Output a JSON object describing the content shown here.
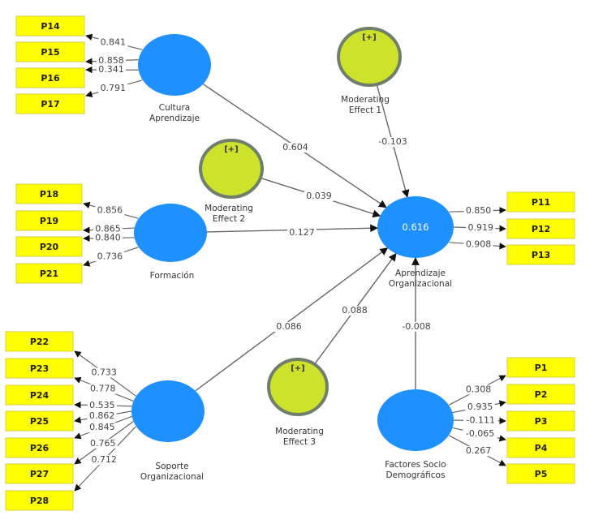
{
  "diagram": {
    "type": "PLS-SEM path model",
    "colors": {
      "construct_fill": "#1e90ff",
      "moderator_fill": "#cde22a",
      "moderator_stroke": "#6f7f6b",
      "indicator_fill": "#ffff00",
      "indicator_stroke": "#d6cf3a",
      "edge": "#666666",
      "arrow": "#111111"
    },
    "constructs": [
      {
        "id": "cultura",
        "label_lines": [
          "Cultura",
          "Aprendizaje"
        ],
        "kind": "latent",
        "r2": null
      },
      {
        "id": "formacion",
        "label_lines": [
          "Formación"
        ],
        "kind": "latent",
        "r2": null
      },
      {
        "id": "soporte",
        "label_lines": [
          "Soporte",
          "Organizacional"
        ],
        "kind": "latent",
        "r2": null
      },
      {
        "id": "aprendizaje",
        "label_lines": [
          "Aprendizaje",
          "Organizacional"
        ],
        "kind": "latent",
        "r2": "0.616"
      },
      {
        "id": "factores",
        "label_lines": [
          "Factores Socio",
          "Demográficos"
        ],
        "kind": "latent",
        "r2": null
      },
      {
        "id": "mod1",
        "label_lines": [
          "Moderating",
          "Effect 1"
        ],
        "kind": "moderator",
        "badge": "[+]"
      },
      {
        "id": "mod2",
        "label_lines": [
          "Moderating",
          "Effect 2"
        ],
        "kind": "moderator",
        "badge": "[+]"
      },
      {
        "id": "mod3",
        "label_lines": [
          "Moderating",
          "Effect 3"
        ],
        "kind": "moderator",
        "badge": "[+]"
      }
    ],
    "paths": [
      {
        "from": "cultura",
        "to": "aprendizaje",
        "coef": "0.604"
      },
      {
        "from": "mod1",
        "to": "aprendizaje",
        "coef": "-0.103"
      },
      {
        "from": "mod2",
        "to": "aprendizaje",
        "coef": "0.039"
      },
      {
        "from": "formacion",
        "to": "aprendizaje",
        "coef": "0.127"
      },
      {
        "from": "soporte",
        "to": "aprendizaje",
        "coef": "0.086"
      },
      {
        "from": "mod3",
        "to": "aprendizaje",
        "coef": "0.088"
      },
      {
        "from": "factores",
        "to": "aprendizaje",
        "coef": "-0.008"
      }
    ],
    "indicator_groups": [
      {
        "construct": "cultura",
        "side": "left",
        "indicators": [
          {
            "label": "P14",
            "loading": "0.841"
          },
          {
            "label": "P15",
            "loading": "0.858"
          },
          {
            "label": "P16",
            "loading": "0.341"
          },
          {
            "label": "P17",
            "loading": "0.791"
          }
        ]
      },
      {
        "construct": "formacion",
        "side": "left",
        "indicators": [
          {
            "label": "P18",
            "loading": "0.856"
          },
          {
            "label": "P19",
            "loading": "0.865"
          },
          {
            "label": "P20",
            "loading": "0.840"
          },
          {
            "label": "P21",
            "loading": "0.736"
          }
        ]
      },
      {
        "construct": "soporte",
        "side": "left",
        "indicators": [
          {
            "label": "P22",
            "loading": "0.733"
          },
          {
            "label": "P23",
            "loading": "0.778"
          },
          {
            "label": "P24",
            "loading": "0.535"
          },
          {
            "label": "P25",
            "loading": "0.862"
          },
          {
            "label": "P26",
            "loading": "0.845"
          },
          {
            "label": "P27",
            "loading": "0.765"
          },
          {
            "label": "P28",
            "loading": "0.712"
          }
        ]
      },
      {
        "construct": "aprendizaje",
        "side": "right",
        "indicators": [
          {
            "label": "P11",
            "loading": "0.850"
          },
          {
            "label": "P12",
            "loading": "0.919"
          },
          {
            "label": "P13",
            "loading": "0.908"
          }
        ]
      },
      {
        "construct": "factores",
        "side": "right",
        "indicators": [
          {
            "label": "P1",
            "loading": "0.308"
          },
          {
            "label": "P2",
            "loading": "0.935"
          },
          {
            "label": "P3",
            "loading": "-0.111"
          },
          {
            "label": "P4",
            "loading": "-0.065"
          },
          {
            "label": "P5",
            "loading": "0.267"
          }
        ]
      }
    ]
  }
}
